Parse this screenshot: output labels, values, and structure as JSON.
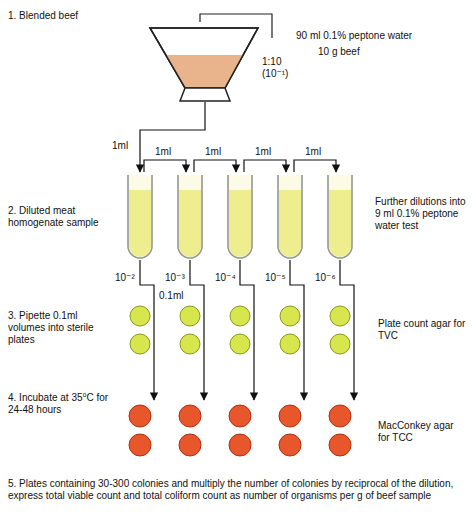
{
  "diagram": {
    "labels": [
      "1. Blended beef",
      "90 ml 0.1% peptone water",
      "10 g beef",
      "1:10",
      "(10⁻¹)",
      "1ml",
      "1ml",
      "1ml",
      "1ml",
      "1ml",
      "2. Diluted meat homogenate sample",
      "Further dilutions into 9 ml 0.1% peptone water test",
      "10⁻²",
      "10⁻³",
      "10⁻⁴",
      "10⁻⁵",
      "10⁻⁶",
      "0.1ml",
      "3. Pipette 0.1ml volumes into sterile plates",
      "Plate count agar for TVC",
      "4. Incubate at 35⁰C for 24-48 hours",
      "MacConkey agar for TCC",
      "5. Plates containing 30-300 colonies and multiply the number of colonies by reciprocal of the dilution, express total viable count and total coliform count as number of organisms per g of beef sample"
    ]
  }
}
